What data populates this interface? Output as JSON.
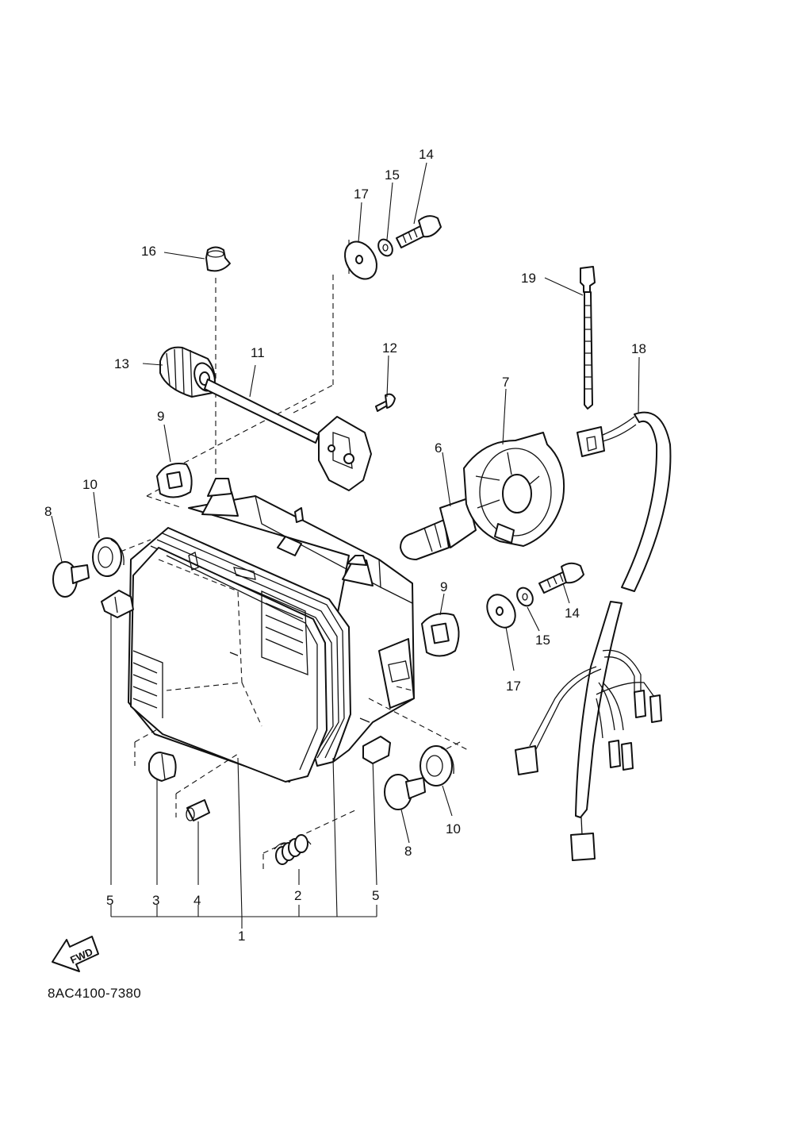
{
  "callouts": {
    "c1": "1",
    "c2": "2",
    "c3": "3",
    "c4": "4",
    "c5a": "5",
    "c5b": "5",
    "c6": "6",
    "c7": "7",
    "c8a": "8",
    "c8b": "8",
    "c9a": "9",
    "c9b": "9",
    "c10a": "10",
    "c10b": "10",
    "c11": "11",
    "c12": "12",
    "c13": "13",
    "c14a": "14",
    "c14b": "14",
    "c15a": "15",
    "c15b": "15",
    "c16": "16",
    "c17a": "17",
    "c17b": "17",
    "c18": "18",
    "c19": "19"
  },
  "fwd_label": "FWD",
  "diagram_code": "8AC4100-7380",
  "icons": {
    "forward_arrow": "fwd-arrow-icon"
  }
}
